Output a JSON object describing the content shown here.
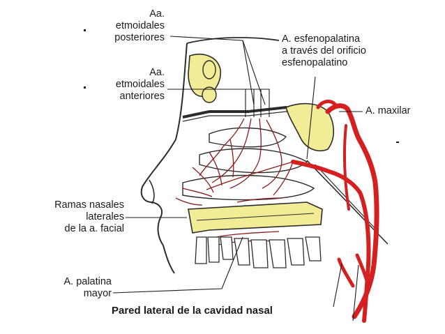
{
  "labels": {
    "post_l1": "Aa.",
    "post_l2": "etmoidales",
    "post_l3": "posteriores",
    "ant_l1": "Aa.",
    "ant_l2": "etmoidales",
    "ant_l3": "anteriores",
    "sph_l1": "A. esfenopalatina",
    "sph_l2": "a través del orificio",
    "sph_l3": "esfenopalatino",
    "max": "A. maxilar",
    "rn_l1": "Ramas nasales",
    "rn_l2": "laterales",
    "rn_l3": "de la a. facial",
    "pal_l1": "A. palatina",
    "pal_l2": "mayor"
  },
  "caption": "Pared lateral de la cavidad nasal",
  "colors": {
    "artery": "#d42020",
    "bone": "#f3ec96",
    "outline": "#2b2b2b",
    "vessel": "#8a1c1c"
  }
}
